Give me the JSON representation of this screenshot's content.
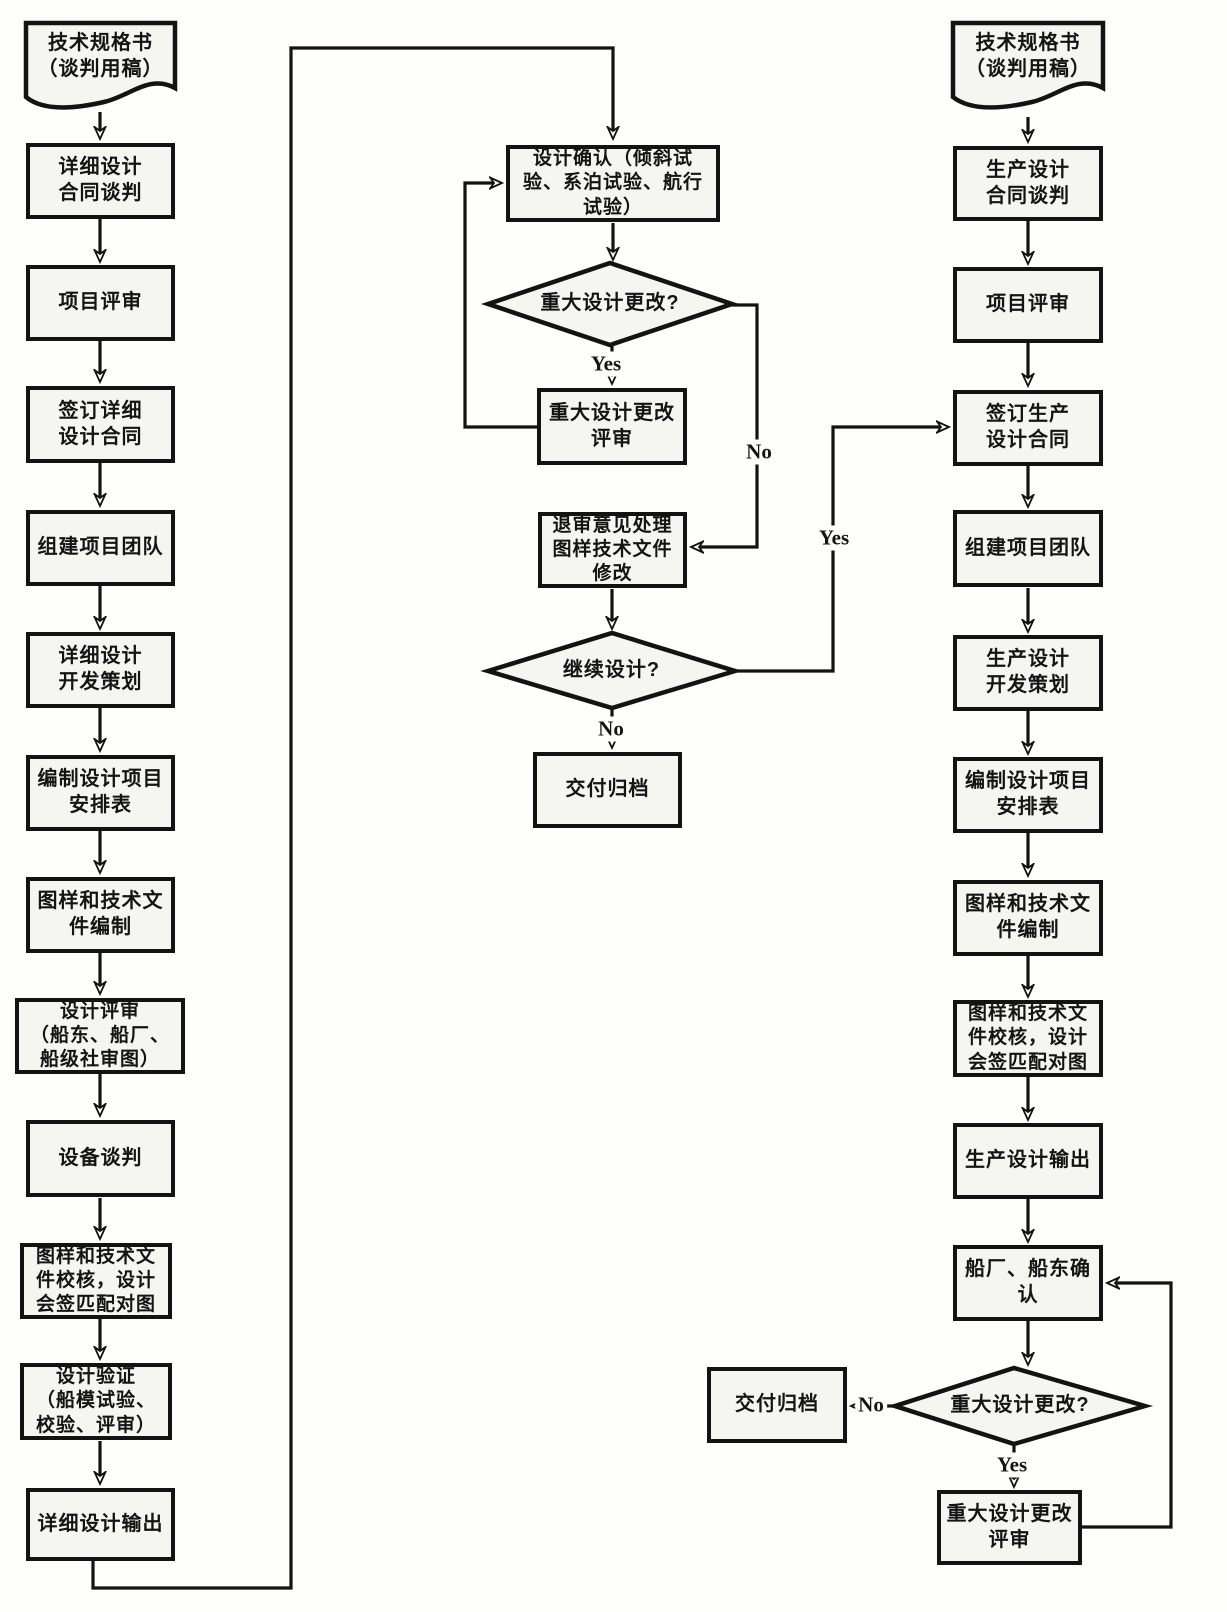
{
  "diagram": {
    "type": "flowchart",
    "ink_color": "#131313",
    "node_fill": "#f5f5f2",
    "background": "#fefefd"
  },
  "labels": {
    "yes": "Yes",
    "no": "No"
  },
  "nodes": {
    "l_doc": {
      "shape": "document",
      "lines": [
        "技术规格书",
        "（谈判用稿）"
      ]
    },
    "l_contract_nego": {
      "shape": "rect",
      "lines": [
        "详细设计",
        "合同谈判"
      ]
    },
    "l_review": {
      "shape": "rect",
      "lines": [
        "项目评审"
      ]
    },
    "l_sign": {
      "shape": "rect",
      "lines": [
        "签订详细",
        "设计合同"
      ]
    },
    "l_team": {
      "shape": "rect",
      "lines": [
        "组建项目团队"
      ]
    },
    "l_plan": {
      "shape": "rect",
      "lines": [
        "详细设计",
        "开发策划"
      ]
    },
    "l_schedule": {
      "shape": "rect",
      "lines": [
        "编制设计项目",
        "安排表"
      ]
    },
    "l_docs": {
      "shape": "rect",
      "lines": [
        "图样和技术文",
        "件编制"
      ]
    },
    "l_design_review": {
      "shape": "rect",
      "lines": [
        "设计评审",
        "（船东、船厂、",
        "船级社审图）"
      ]
    },
    "l_equip": {
      "shape": "rect",
      "lines": [
        "设备谈判"
      ]
    },
    "l_check": {
      "shape": "rect",
      "lines": [
        "图样和技术文",
        "件校核，设计",
        "会签匹配对图"
      ]
    },
    "l_verify": {
      "shape": "rect",
      "lines": [
        "设计验证",
        "（船模试验、",
        "校验、评审）"
      ]
    },
    "l_output": {
      "shape": "rect",
      "lines": [
        "详细设计输出"
      ]
    },
    "m_confirm": {
      "shape": "rect",
      "lines": [
        "设计确认（倾斜试",
        "验、系泊试验、航行",
        "试验）"
      ]
    },
    "m_major_change_q": {
      "shape": "diamond",
      "lines": [
        "重大设计更改?"
      ]
    },
    "m_change_review": {
      "shape": "rect",
      "lines": [
        "重大设计更改",
        "评审"
      ]
    },
    "m_return": {
      "shape": "rect",
      "lines": [
        "退审意见处理",
        "图样技术文件",
        "修改"
      ]
    },
    "m_continue_q": {
      "shape": "diamond",
      "lines": [
        "继续设计?"
      ]
    },
    "m_deliver": {
      "shape": "rect",
      "lines": [
        "交付归档"
      ]
    },
    "r_doc": {
      "shape": "document",
      "lines": [
        "技术规格书",
        "（谈判用稿）"
      ]
    },
    "r_contract_nego": {
      "shape": "rect",
      "lines": [
        "生产设计",
        "合同谈判"
      ]
    },
    "r_review": {
      "shape": "rect",
      "lines": [
        "项目评审"
      ]
    },
    "r_sign": {
      "shape": "rect",
      "lines": [
        "签订生产",
        "设计合同"
      ]
    },
    "r_team": {
      "shape": "rect",
      "lines": [
        "组建项目团队"
      ]
    },
    "r_plan": {
      "shape": "rect",
      "lines": [
        "生产设计",
        "开发策划"
      ]
    },
    "r_schedule": {
      "shape": "rect",
      "lines": [
        "编制设计项目",
        "安排表"
      ]
    },
    "r_docs": {
      "shape": "rect",
      "lines": [
        "图样和技术文",
        "件编制"
      ]
    },
    "r_check": {
      "shape": "rect",
      "lines": [
        "图样和技术文",
        "件校核，设计",
        "会签匹配对图"
      ]
    },
    "r_output": {
      "shape": "rect",
      "lines": [
        "生产设计输出"
      ]
    },
    "r_confirm": {
      "shape": "rect",
      "lines": [
        "船厂、船东确",
        "认"
      ]
    },
    "r_major_change_q": {
      "shape": "diamond",
      "lines": [
        "重大设计更改?"
      ]
    },
    "r_deliver": {
      "shape": "rect",
      "lines": [
        "交付归档"
      ]
    },
    "r_change_review": {
      "shape": "rect",
      "lines": [
        "重大设计更改",
        "评审"
      ]
    }
  },
  "edges": [
    {
      "from": "l_doc",
      "to": "l_contract_nego"
    },
    {
      "from": "l_contract_nego",
      "to": "l_review"
    },
    {
      "from": "l_review",
      "to": "l_sign"
    },
    {
      "from": "l_sign",
      "to": "l_team"
    },
    {
      "from": "l_team",
      "to": "l_plan"
    },
    {
      "from": "l_plan",
      "to": "l_schedule"
    },
    {
      "from": "l_schedule",
      "to": "l_docs"
    },
    {
      "from": "l_docs",
      "to": "l_design_review"
    },
    {
      "from": "l_design_review",
      "to": "l_equip"
    },
    {
      "from": "l_equip",
      "to": "l_check"
    },
    {
      "from": "l_check",
      "to": "l_verify"
    },
    {
      "from": "l_verify",
      "to": "l_output"
    },
    {
      "from": "l_output",
      "to": "m_confirm"
    },
    {
      "from": "m_confirm",
      "to": "m_major_change_q"
    },
    {
      "from": "m_major_change_q",
      "to": "m_change_review",
      "label": "Yes"
    },
    {
      "from": "m_change_review",
      "to": "m_confirm"
    },
    {
      "from": "m_major_change_q",
      "to": "m_return",
      "label": "No"
    },
    {
      "from": "m_return",
      "to": "m_continue_q"
    },
    {
      "from": "m_continue_q",
      "to": "m_deliver",
      "label": "No"
    },
    {
      "from": "m_continue_q",
      "to": "r_sign",
      "label": "Yes"
    },
    {
      "from": "r_doc",
      "to": "r_contract_nego"
    },
    {
      "from": "r_contract_nego",
      "to": "r_review"
    },
    {
      "from": "r_review",
      "to": "r_sign"
    },
    {
      "from": "r_sign",
      "to": "r_team"
    },
    {
      "from": "r_team",
      "to": "r_plan"
    },
    {
      "from": "r_plan",
      "to": "r_schedule"
    },
    {
      "from": "r_schedule",
      "to": "r_docs"
    },
    {
      "from": "r_docs",
      "to": "r_check"
    },
    {
      "from": "r_check",
      "to": "r_output"
    },
    {
      "from": "r_output",
      "to": "r_confirm"
    },
    {
      "from": "r_confirm",
      "to": "r_major_change_q"
    },
    {
      "from": "r_major_change_q",
      "to": "r_deliver",
      "label": "No"
    },
    {
      "from": "r_major_change_q",
      "to": "r_change_review",
      "label": "Yes"
    },
    {
      "from": "r_change_review",
      "to": "r_confirm"
    }
  ]
}
